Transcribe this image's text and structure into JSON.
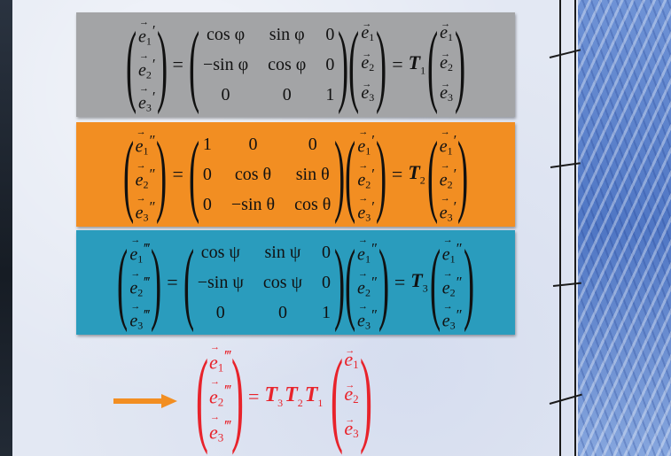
{
  "colors": {
    "gray_band": "#a3a4a6",
    "orange_band": "#f28e22",
    "teal_band": "#2a9cbd",
    "result_text": "#e8232b",
    "arrow": "#f28e22"
  },
  "icons": {
    "arrow": "right-arrow-icon"
  },
  "eq1": {
    "lhs": [
      [
        "e",
        "1",
        "′"
      ],
      [
        "e",
        "2",
        "′"
      ],
      [
        "e",
        "3",
        "′"
      ]
    ],
    "matrix": [
      "cos φ",
      "sin φ",
      "0",
      "−sin φ",
      "cos φ",
      "0",
      "0",
      "0",
      "1"
    ],
    "rhs_vec": [
      [
        "e",
        "1",
        ""
      ],
      [
        "e",
        "2",
        ""
      ],
      [
        "e",
        "3",
        ""
      ]
    ],
    "T": "T",
    "T_sub": "1",
    "rhs_vec2": [
      [
        "e",
        "1",
        ""
      ],
      [
        "e",
        "2",
        ""
      ],
      [
        "e",
        "3",
        ""
      ]
    ]
  },
  "eq2": {
    "lhs": [
      [
        "e",
        "1",
        "″"
      ],
      [
        "e",
        "2",
        "″"
      ],
      [
        "e",
        "3",
        "″"
      ]
    ],
    "matrix": [
      "1",
      "0",
      "0",
      "0",
      "cos θ",
      "sin θ",
      "0",
      "−sin θ",
      "cos θ"
    ],
    "rhs_vec": [
      [
        "e",
        "1",
        "′"
      ],
      [
        "e",
        "2",
        "′"
      ],
      [
        "e",
        "3",
        "′"
      ]
    ],
    "T": "T",
    "T_sub": "2",
    "rhs_vec2": [
      [
        "e",
        "1",
        "′"
      ],
      [
        "e",
        "2",
        "′"
      ],
      [
        "e",
        "3",
        "′"
      ]
    ]
  },
  "eq3": {
    "lhs": [
      [
        "e",
        "1",
        "‴"
      ],
      [
        "e",
        "2",
        "‴"
      ],
      [
        "e",
        "3",
        "‴"
      ]
    ],
    "matrix": [
      "cos ψ",
      "sin ψ",
      "0",
      "−sin ψ",
      "cos ψ",
      "0",
      "0",
      "0",
      "1"
    ],
    "rhs_vec": [
      [
        "e",
        "1",
        "″"
      ],
      [
        "e",
        "2",
        "″"
      ],
      [
        "e",
        "3",
        "″"
      ]
    ],
    "T": "T",
    "T_sub": "3",
    "rhs_vec2": [
      [
        "e",
        "1",
        "″"
      ],
      [
        "e",
        "2",
        "″"
      ],
      [
        "e",
        "3",
        "″"
      ]
    ]
  },
  "result": {
    "lhs": [
      [
        "e",
        "1",
        "‴"
      ],
      [
        "e",
        "2",
        "‴"
      ],
      [
        "e",
        "3",
        "‴"
      ]
    ],
    "product": [
      [
        "T",
        "3"
      ],
      [
        "T",
        "2"
      ],
      [
        "T",
        "1"
      ]
    ],
    "rhs_vec": [
      [
        "e",
        "1",
        ""
      ],
      [
        "e",
        "2",
        ""
      ],
      [
        "e",
        "3",
        ""
      ]
    ]
  },
  "symbols": {
    "equals": "="
  }
}
